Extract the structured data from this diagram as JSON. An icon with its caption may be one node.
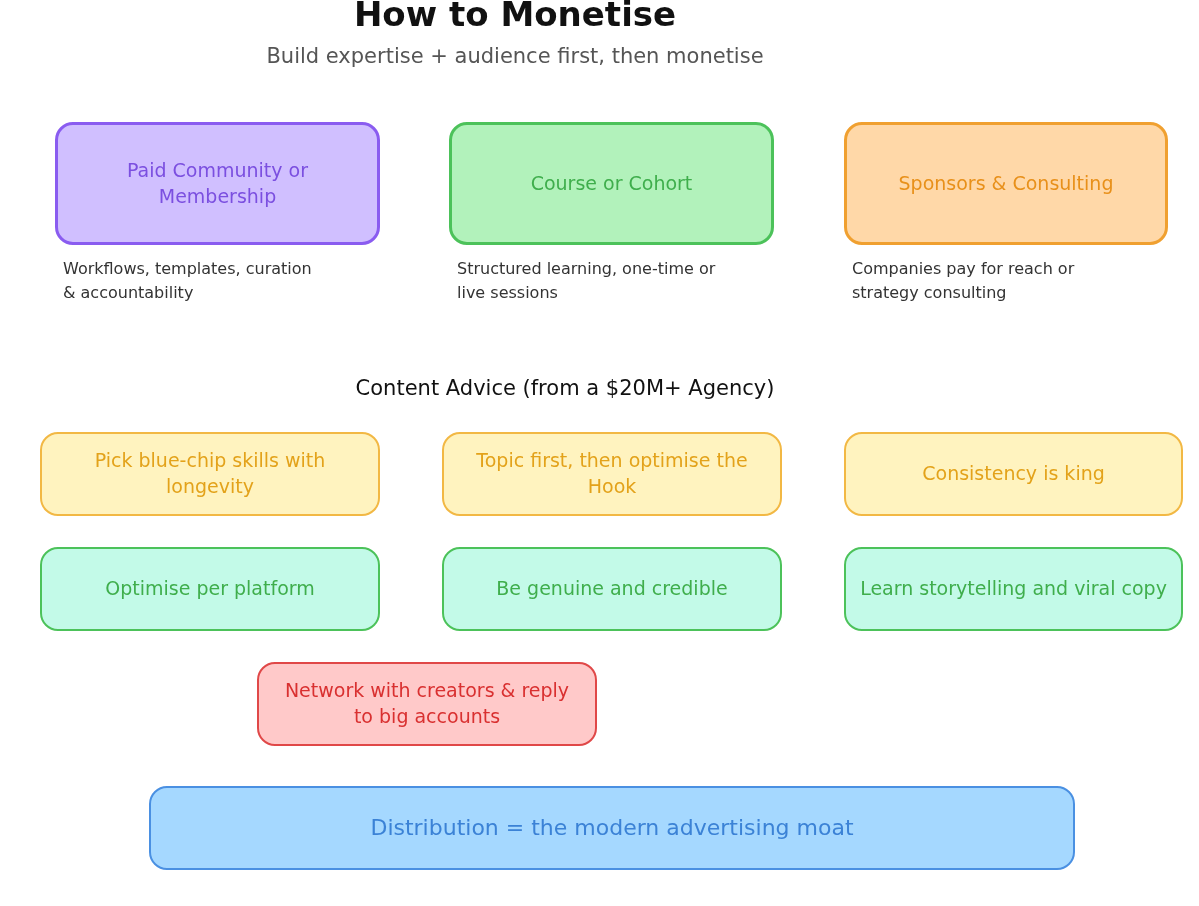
{
  "diagram": {
    "title": "How to Monetise",
    "caption": "Build expertise + audience first, then monetise",
    "nodes": [
      {
        "text": [
          "Paid Community or Membership"
        ],
        "beside": [
          "Workflows, templates, curation & accountability"
        ]
      },
      {
        "text": [
          "Course or Cohort"
        ],
        "beside": [
          "Structured learning, one-time or live sessions"
        ]
      },
      {
        "text": [
          "Sponsors & Consulting"
        ],
        "beside": [
          "Companies pay for reach or strategy consulting"
        ]
      },
      {
        "text": [
          "Pick blue-chip skills with longevity"
        ]
      },
      {
        "text": [
          "Topic first, then optimise the Hook"
        ]
      },
      {
        "text": [
          "Consistency is king"
        ]
      },
      {
        "text": [
          "Optimise per platform"
        ]
      },
      {
        "text": [
          "Be genuine and credible"
        ]
      },
      {
        "text": [
          "Learn storytelling and viral copy"
        ]
      },
      {
        "text": [
          "Network with creators & reply to big accounts"
        ]
      },
      {
        "text": [
          "Distribution = the modern advertising moat"
        ]
      }
    ],
    "labels": [
      "Content Advice (from a $20M+ Agency)"
    ]
  }
}
